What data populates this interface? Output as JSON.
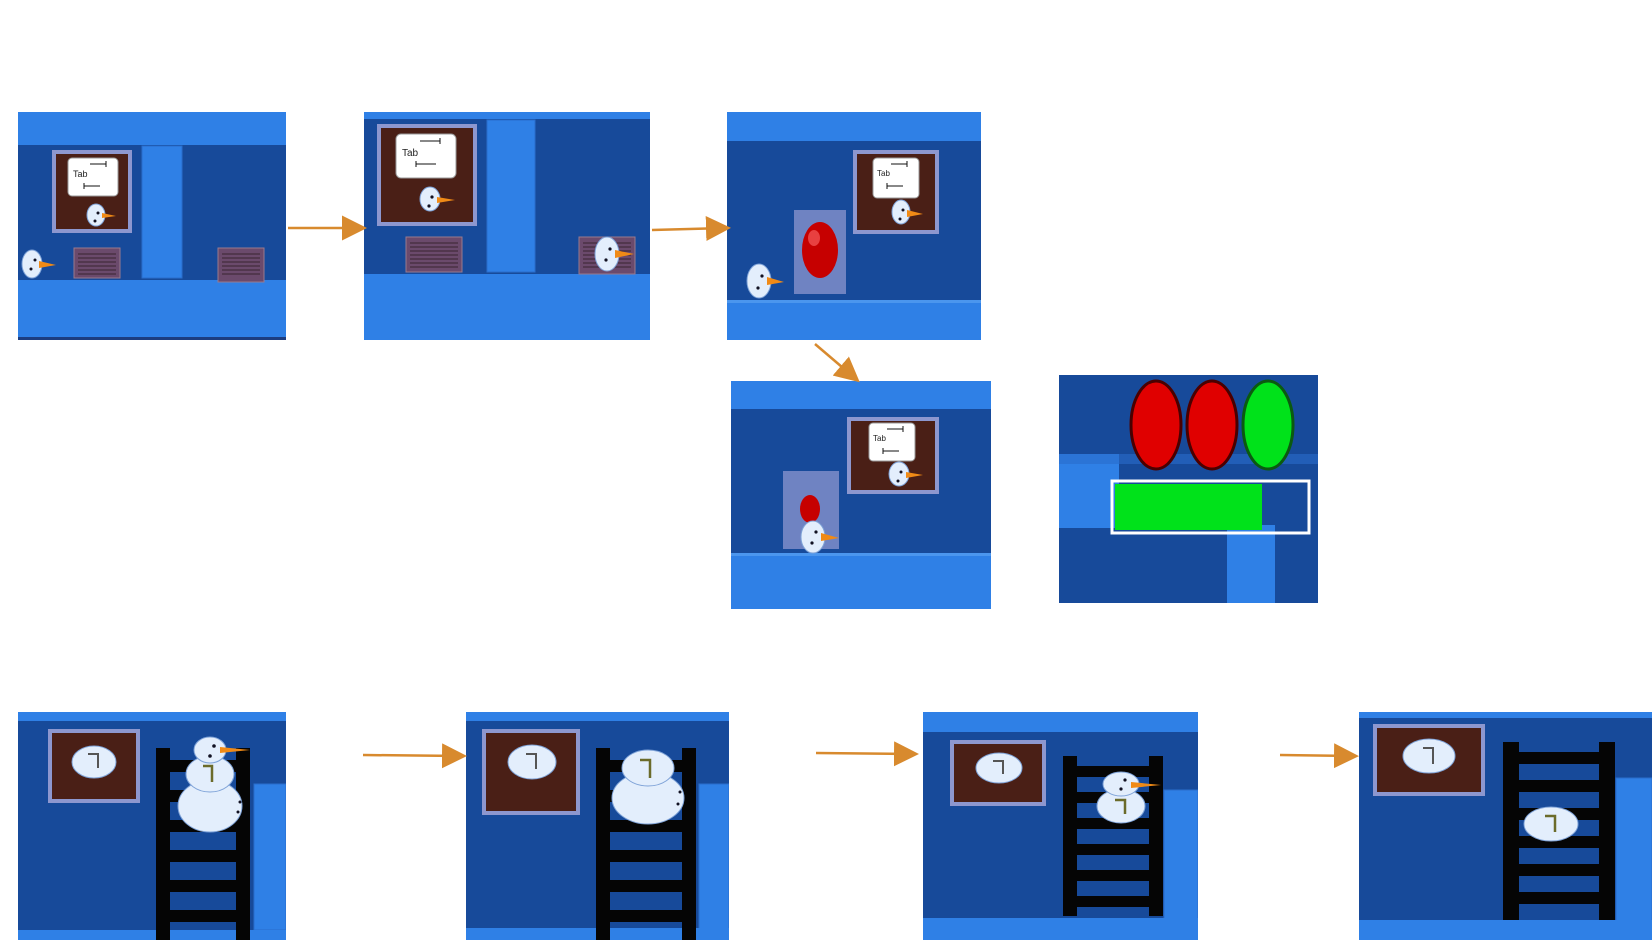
{
  "colors": {
    "wall": "#174a9a",
    "trim": "#2f80e6",
    "trim_dark": "#2a6dcc",
    "frame": "#8d97cf",
    "board": "#4a1f16",
    "arrow": "#d88a2e",
    "light_red": "#e00000",
    "light_green": "#00e21a",
    "progress_fill": "#00e21a"
  },
  "sign": {
    "key_label": "Tab"
  },
  "sequence_1": {
    "panels": [
      {
        "name": "snowman-head-start",
        "icon": "tab-key-icon"
      },
      {
        "name": "snowman-head-on-vent",
        "icon": "tab-key-icon"
      },
      {
        "name": "red-ball-in-alcove",
        "icon": "tab-key-icon"
      },
      {
        "name": "head-under-ball",
        "icon": "tab-key-icon"
      }
    ]
  },
  "status_panel": {
    "lights": [
      "red",
      "red",
      "green"
    ],
    "progress": 0.77
  },
  "sequence_2": {
    "panels": [
      {
        "name": "snowman-full",
        "icon": "clock-icon"
      },
      {
        "name": "snowman-two-parts",
        "icon": "clock-icon"
      },
      {
        "name": "snowman-climbing",
        "icon": "clock-icon"
      },
      {
        "name": "snowball-on-ladder",
        "icon": "clock-icon"
      }
    ]
  }
}
